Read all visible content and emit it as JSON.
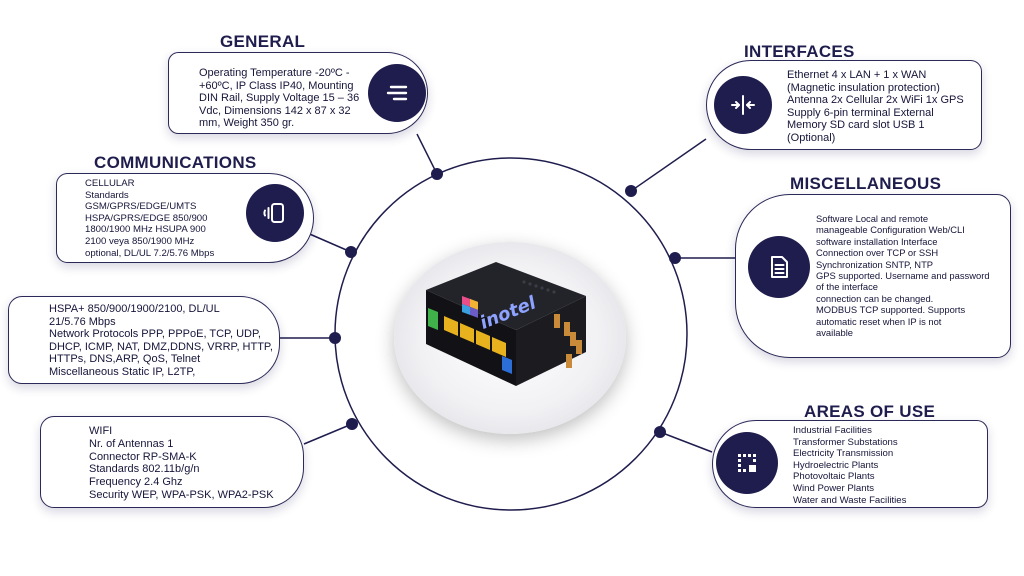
{
  "sections": {
    "general": {
      "title": "GENERAL",
      "lines": [
        "Operating Temperature -20ºC -",
        "+60ºC, IP Class IP40, Mounting",
        "DIN Rail, Supply Voltage 15 – 36",
        "Vdc, Dimensions 142 x 87 x 32",
        "mm, Weight 350 gr."
      ],
      "icon": "menu-lines-icon"
    },
    "communications": {
      "title": "COMMUNICATIONS",
      "lines": [
        "CELLULAR",
        "Standards",
        "GSM/GPRS/EDGE/UMTS",
        "HSPA/GPRS/EDGE 850/900",
        "1800/1900 MHz HSUPA 900",
        "2100 veya 850/1900 MHz",
        "optional, DL/UL 7.2/5.76 Mbps"
      ],
      "icon": "device-signal-icon"
    },
    "network": {
      "lines": [
        "HSPA+ 850/900/1900/2100, DL/UL",
        "21/5.76 Mbps",
        "Network Protocols PPP, PPPoE, TCP, UDP,",
        "DHCP, ICMP, NAT, DMZ,DDNS, VRRP, HTTP,",
        "HTTPs, DNS,ARP, QoS, Telnet",
        "Miscellaneous Static IP, L2TP,"
      ]
    },
    "wifi": {
      "lines": [
        "WIFI",
        "Nr. of Antennas 1",
        "Connector RP-SMA-K",
        "Standards 802.11b/g/n",
        "Frequency 2.4 Ghz",
        "Security WEP, WPA-PSK, WPA2-PSK"
      ]
    },
    "interfaces": {
      "title": "INTERFACES",
      "lines": [
        "Ethernet 4 x LAN + 1 x WAN",
        "(Magnetic insulation protection)",
        "Antenna 2x Cellular 2x WiFi 1x GPS",
        "Supply 6-pin terminal External",
        "Memory SD card slot USB 1",
        "(Optional)"
      ],
      "icon": "arrows-inward-icon"
    },
    "miscellaneous": {
      "title": "MISCELLANEOUS",
      "lines": [
        "Software Local and remote",
        "manageable Configuration Web/CLI",
        "software installation Interface",
        "Connection over TCP or SSH",
        "Synchronization SNTP, NTP",
        "GPS supported. Username and password",
        "of the interface",
        "connection can be changed.",
        "MODBUS TCP supported. Supports",
        "automatic reset when IP is not",
        "available"
      ],
      "icon": "document-icon"
    },
    "areas_of_use": {
      "title": "AREAS OF USE",
      "lines": [
        "Industrial Facilities",
        "Transformer Substations",
        "Electricity Transmission",
        "Hydroelectric Plants",
        "Photovoltaic Plants",
        "Wind Power Plants",
        "Water and Waste Facilities"
      ],
      "icon": "dotted-frame-icon"
    }
  },
  "device": {
    "brand": "inotel",
    "image": "router-device-image"
  },
  "colors": {
    "navy": "#1f1d4d",
    "border": "#2b2957",
    "device_body": "#17171c",
    "lan_port": "#e8b21f",
    "wan_port": "#2c6ed8",
    "power_terminal": "#3fb24a",
    "antenna_connector": "#c98a3a"
  }
}
